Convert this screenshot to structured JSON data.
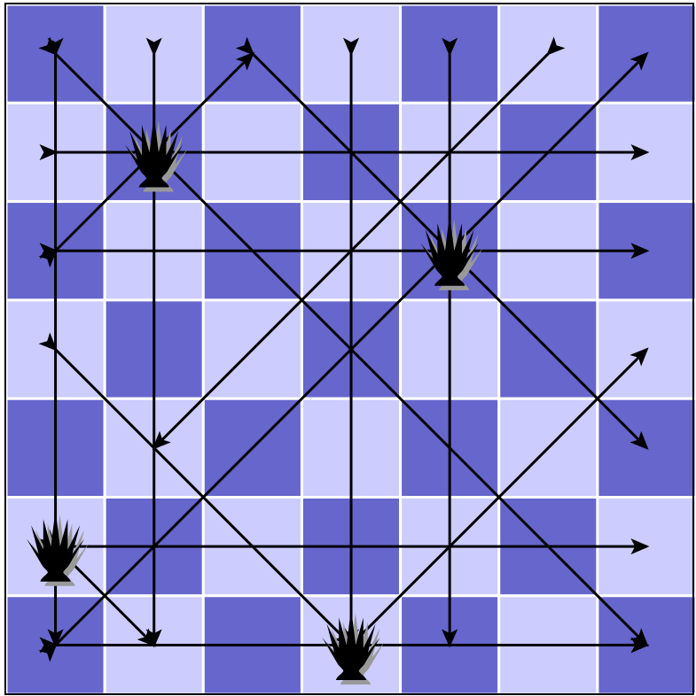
{
  "board": {
    "size": 7,
    "colors": {
      "dark": "#6666CC",
      "light": "#CCCCFF",
      "grid_line": "#FFFFFF",
      "border": "#000000",
      "arrow": "#000000",
      "piece": "#000000",
      "piece_shadow": "#999999"
    },
    "cells": [
      [
        "dark",
        "light",
        "dark",
        "light",
        "dark",
        "light",
        "dark"
      ],
      [
        "light",
        "dark",
        "light",
        "dark",
        "light",
        "dark",
        "light"
      ],
      [
        "dark",
        "light",
        "dark",
        "light",
        "dark",
        "light",
        "dark"
      ],
      [
        "light",
        "dark",
        "light",
        "dark",
        "light",
        "dark",
        "light"
      ],
      [
        "dark",
        "light",
        "dark",
        "light",
        "dark",
        "light",
        "dark"
      ],
      [
        "light",
        "dark",
        "light",
        "dark",
        "light",
        "dark",
        "light"
      ],
      [
        "dark",
        "light",
        "dark",
        "light",
        "dark",
        "light",
        "dark"
      ]
    ],
    "pieces": [
      {
        "name": "queen-piece-1",
        "row": 1,
        "col": 1,
        "icon": "grass-tuft-icon"
      },
      {
        "name": "queen-piece-2",
        "row": 2,
        "col": 4,
        "icon": "grass-tuft-icon"
      },
      {
        "name": "queen-piece-3",
        "row": 5,
        "col": 0,
        "icon": "grass-tuft-icon"
      },
      {
        "name": "queen-piece-4",
        "row": 6,
        "col": 3,
        "icon": "grass-tuft-icon"
      }
    ],
    "attack_arrows": [
      {
        "from": [
          1,
          0
        ],
        "to": [
          1,
          6
        ]
      },
      {
        "from": [
          2,
          0
        ],
        "to": [
          2,
          6
        ]
      },
      {
        "from": [
          5,
          0
        ],
        "to": [
          5,
          6
        ]
      },
      {
        "from": [
          6,
          0
        ],
        "to": [
          6,
          6
        ]
      },
      {
        "from": [
          0,
          0
        ],
        "to": [
          6,
          0
        ]
      },
      {
        "from": [
          0,
          1
        ],
        "to": [
          6,
          1
        ]
      },
      {
        "from": [
          0,
          3
        ],
        "to": [
          6,
          3
        ]
      },
      {
        "from": [
          0,
          4
        ],
        "to": [
          6,
          4
        ]
      },
      {
        "from": [
          2,
          0
        ],
        "to": [
          0,
          2
        ]
      },
      {
        "from": [
          0,
          0
        ],
        "to": [
          6,
          6
        ]
      },
      {
        "from": [
          3,
          0
        ],
        "to": [
          6,
          3
        ]
      },
      {
        "from": [
          0,
          2
        ],
        "to": [
          4,
          6
        ]
      },
      {
        "from": [
          6,
          0
        ],
        "to": [
          0,
          6
        ]
      },
      {
        "from": [
          0,
          5
        ],
        "to": [
          4,
          1
        ]
      },
      {
        "from": [
          5,
          0
        ],
        "to": [
          6,
          1
        ]
      },
      {
        "from": [
          6,
          3
        ],
        "to": [
          3,
          6
        ]
      }
    ]
  }
}
